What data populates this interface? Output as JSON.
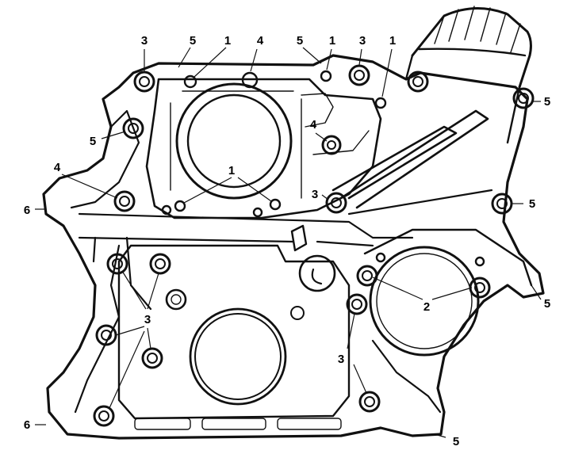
{
  "diagram": {
    "callouts": [
      {
        "id": "c1",
        "label": "3"
      },
      {
        "id": "c2",
        "label": "5"
      },
      {
        "id": "c3",
        "label": "1"
      },
      {
        "id": "c4",
        "label": "4"
      },
      {
        "id": "c5",
        "label": "5"
      },
      {
        "id": "c6",
        "label": "1"
      },
      {
        "id": "c7",
        "label": "3"
      },
      {
        "id": "c8",
        "label": "1"
      },
      {
        "id": "c9",
        "label": "5"
      },
      {
        "id": "c10",
        "label": "5"
      },
      {
        "id": "c11",
        "label": "4"
      },
      {
        "id": "c12",
        "label": "4"
      },
      {
        "id": "c13",
        "label": "1"
      },
      {
        "id": "c14",
        "label": "3"
      },
      {
        "id": "c15",
        "label": "6"
      },
      {
        "id": "c16",
        "label": "5"
      },
      {
        "id": "c17",
        "label": "2"
      },
      {
        "id": "c18",
        "label": "5"
      },
      {
        "id": "c19",
        "label": "3"
      },
      {
        "id": "c20",
        "label": "3"
      },
      {
        "id": "c21",
        "label": "6"
      },
      {
        "id": "c22",
        "label": "5"
      }
    ]
  }
}
